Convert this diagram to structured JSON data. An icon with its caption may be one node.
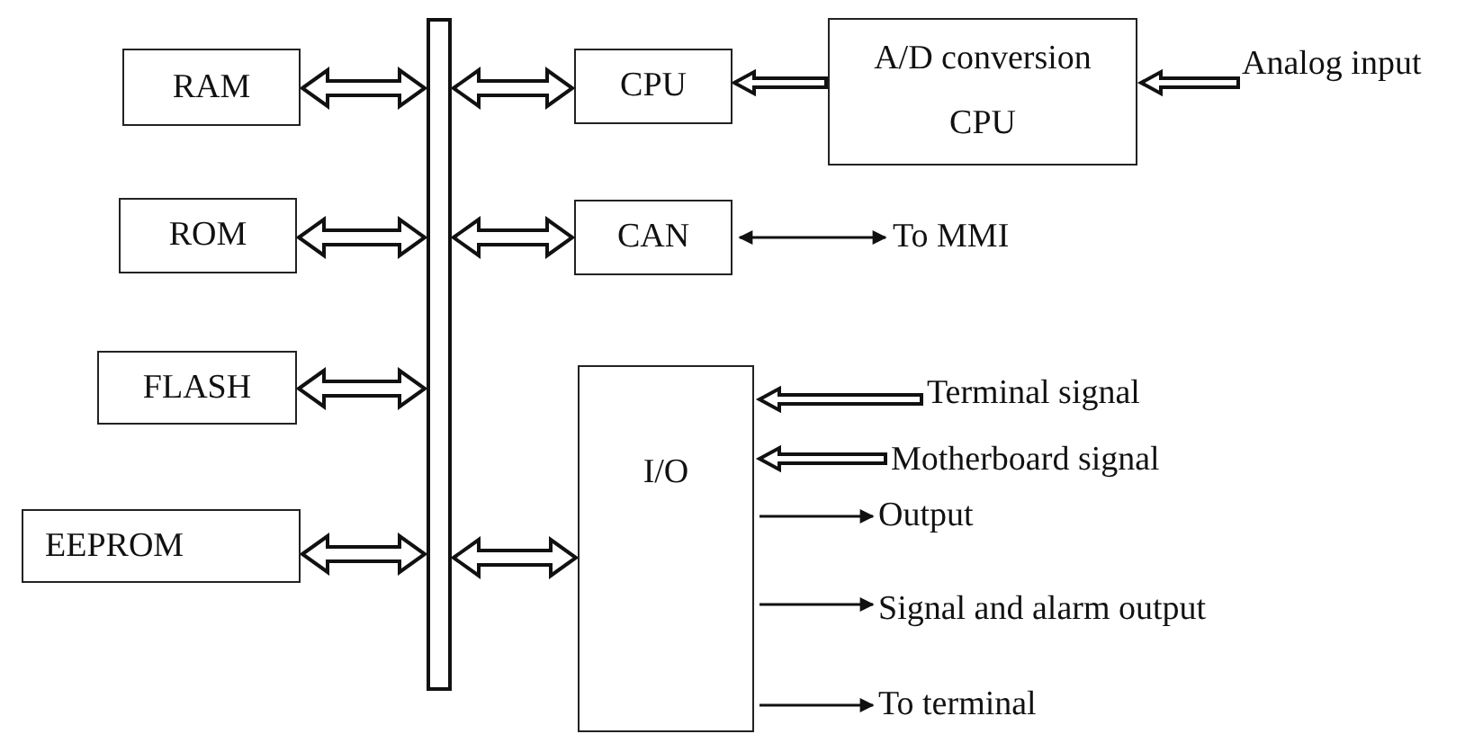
{
  "diagram": {
    "nodes": [
      {
        "text": [
          "RAM"
        ]
      },
      {
        "text": [
          "ROM"
        ]
      },
      {
        "text": [
          "FLASH"
        ]
      },
      {
        "text": [
          "EEPROM"
        ]
      },
      {
        "text": [],
        "shape": "bar"
      },
      {
        "text": [
          "CPU"
        ]
      },
      {
        "text": [
          "CAN"
        ]
      },
      {
        "text": [
          "I/O"
        ]
      },
      {
        "text": [
          "A/D conversion",
          "CPU"
        ]
      },
      {
        "text": [
          "Analog input"
        ]
      },
      {
        "text": [
          "To MMI"
        ]
      },
      {
        "text": [
          "Terminal signal"
        ]
      },
      {
        "text": [
          "Motherboard signal"
        ]
      },
      {
        "text": [
          "Output"
        ]
      },
      {
        "text": [
          "Signal and alarm output"
        ]
      },
      {
        "text": [
          "To terminal"
        ]
      }
    ],
    "edges": [
      {
        "from": 0,
        "to": 4,
        "arrow": "both",
        "style": "thick"
      },
      {
        "from": 1,
        "to": 4,
        "arrow": "both",
        "style": "thick"
      },
      {
        "from": 2,
        "to": 4,
        "arrow": "both",
        "style": "thick"
      },
      {
        "from": 3,
        "to": 4,
        "arrow": "both",
        "style": "thick"
      },
      {
        "from": 4,
        "to": 5,
        "arrow": "both",
        "style": "thick"
      },
      {
        "from": 4,
        "to": 6,
        "arrow": "both",
        "style": "thick"
      },
      {
        "from": 4,
        "to": 7,
        "arrow": "both",
        "style": "thick"
      },
      {
        "from": 8,
        "to": 5,
        "arrow": "to",
        "style": "thick"
      },
      {
        "from": 9,
        "to": 8,
        "arrow": "to",
        "style": "thick"
      },
      {
        "from": 6,
        "to": 10,
        "arrow": "both"
      },
      {
        "from": 11,
        "to": 7,
        "arrow": "to",
        "style": "thick"
      },
      {
        "from": 12,
        "to": 7,
        "arrow": "to",
        "style": "thick"
      },
      {
        "from": 7,
        "to": 13,
        "arrow": "to"
      },
      {
        "from": 7,
        "to": 14,
        "arrow": "to"
      },
      {
        "from": 7,
        "to": 15,
        "arrow": "to"
      }
    ]
  }
}
